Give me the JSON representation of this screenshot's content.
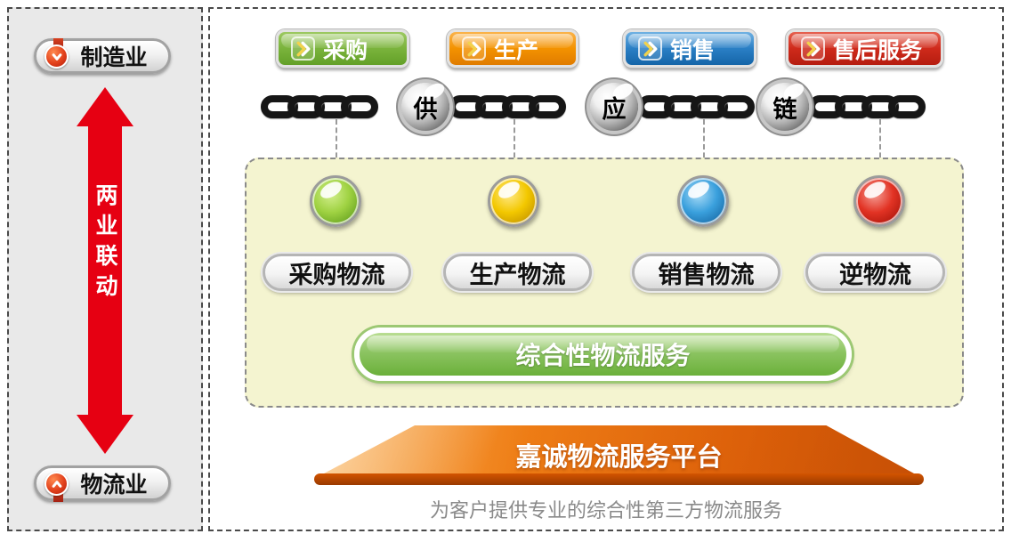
{
  "sidebar": {
    "top_pill": "制造业",
    "bottom_pill": "物流业",
    "arrow_text": "两业联动",
    "arrow_color": "#e60012"
  },
  "process_buttons": [
    {
      "label": "采购",
      "color": "#7ab33c"
    },
    {
      "label": "生产",
      "color": "#f39200"
    },
    {
      "label": "销售",
      "color": "#2a7fc5"
    },
    {
      "label": "售后服务",
      "color": "#cf2a1b"
    }
  ],
  "supply_chain": {
    "beads": [
      "供",
      "应",
      "链"
    ]
  },
  "logistics_panel": {
    "panel_bg": "#f4f4d0",
    "items": [
      {
        "label": "采购物流",
        "orb_color": "#7cb92e"
      },
      {
        "label": "生产物流",
        "orb_color": "#f3c800"
      },
      {
        "label": "销售物流",
        "orb_color": "#2a8fd0"
      },
      {
        "label": "逆物流",
        "orb_color": "#d6251a"
      }
    ],
    "summary": "综合性物流服务",
    "summary_color": "#7ab648"
  },
  "platform": {
    "title": "嘉诚物流服务平台",
    "color": "#e8650a"
  },
  "caption": "为客户提供专业的综合性第三方物流服务"
}
